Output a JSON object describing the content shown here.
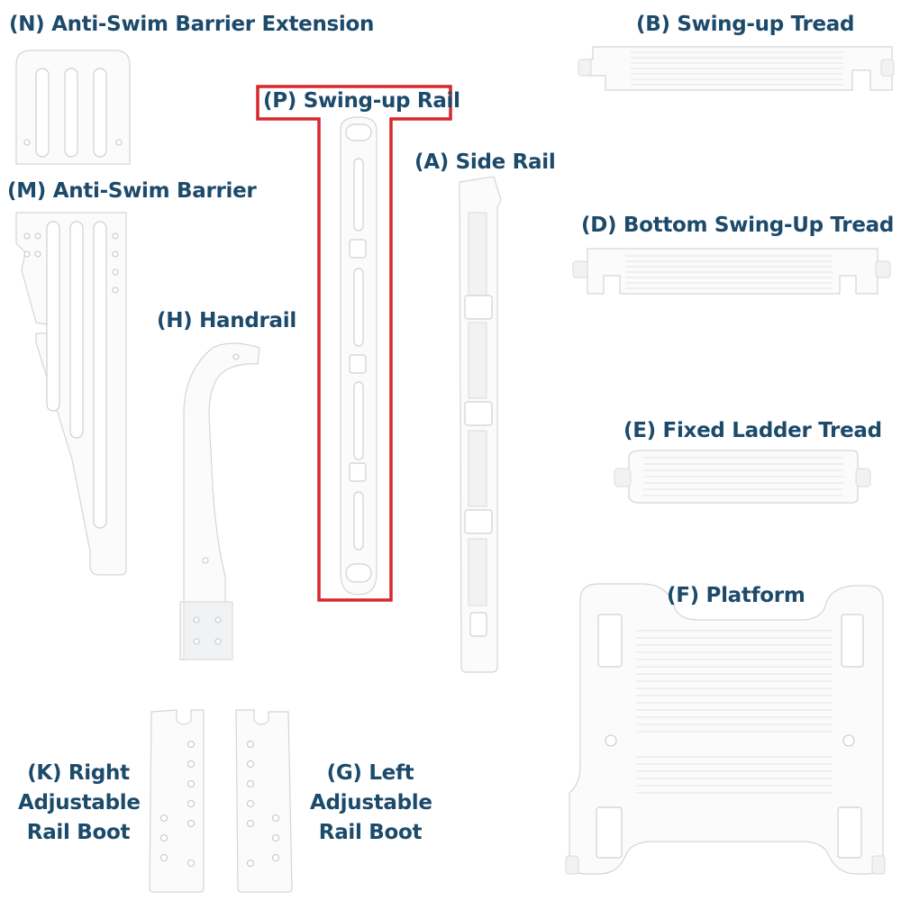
{
  "labels": {
    "n": "(N) Anti-Swim Barrier Extension",
    "b": "(B) Swing-up Tread",
    "p": "(P) Swing-up Rail",
    "a": "(A) Side Rail",
    "m": "(M) Anti-Swim Barrier",
    "d": "(D) Bottom Swing-Up Tread",
    "h": "(H) Handrail",
    "e": "(E) Fixed Ladder Tread",
    "f": "(F) Platform",
    "k": [
      "(K) Right",
      "Adjustable",
      "Rail Boot"
    ],
    "g": [
      "(G) Left",
      "Adjustable",
      "Rail Boot"
    ]
  },
  "colors": {
    "label_text": "#1c4a6b",
    "highlight_border": "#d7262e",
    "part_fill": "#fbfbfb",
    "background": "#ffffff"
  }
}
